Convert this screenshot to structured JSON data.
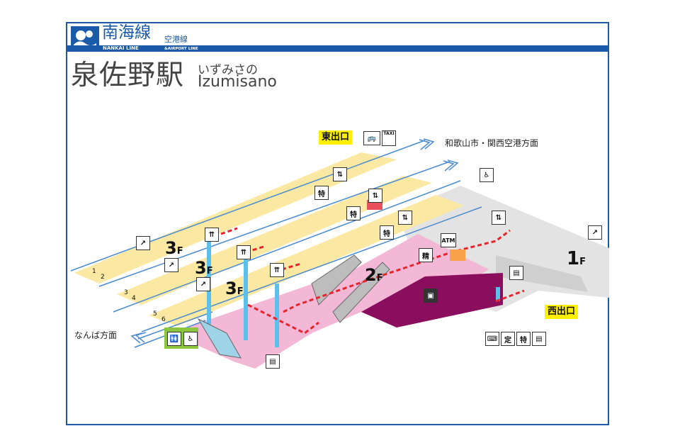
{
  "header": {
    "line_name": "南海線",
    "line_sub": "空港線",
    "line_en": "NANKAI LINE",
    "line_en_sub": "&AIRPORT LINE"
  },
  "station": {
    "name_ja": "泉佐野駅",
    "name_kana": "いずみさの",
    "name_en": "Izumisano"
  },
  "exits": {
    "east": "東出口",
    "west": "西出口"
  },
  "directions": {
    "wakayama": "和歌山市・関西空港方面",
    "namba": "なんば方面"
  },
  "floors": {
    "f3": "3",
    "f2": "2",
    "f1": "1",
    "unit": "F"
  },
  "platforms": {
    "p12": [
      "1",
      "2"
    ],
    "p34": [
      "3",
      "4"
    ],
    "p56": [
      "5",
      "6"
    ]
  },
  "facilities": {
    "atm": "ATM",
    "settlement": "精",
    "teiki": "定",
    "toku": "特",
    "taxi": "TAXI"
  },
  "colors": {
    "frame": "#1a5aa8",
    "platform": "#fbe9a3",
    "concourse_2f": "#f3b8d6",
    "commercial": "#8a0d5e",
    "level_1f": "#e3e3e3",
    "route": "#e8242c",
    "escalator": "#5bc0eb",
    "exit_bg": "#ffef00"
  }
}
